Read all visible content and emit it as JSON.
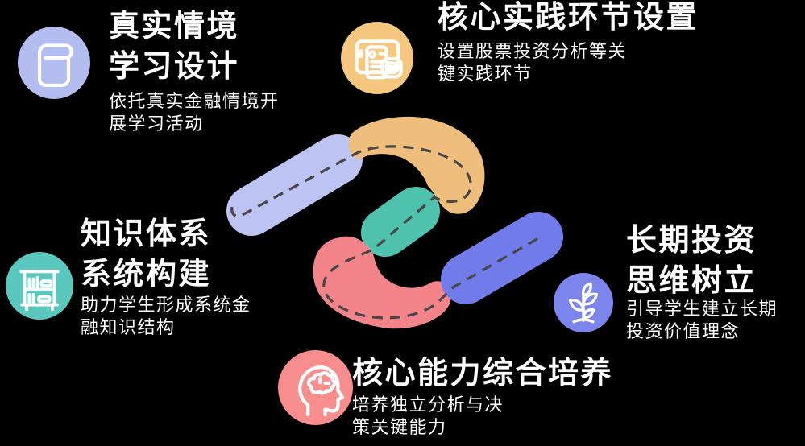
{
  "background": "#000000",
  "blocks": [
    {
      "id": "authentic-context-learning",
      "icon": "book-icon",
      "circle_color": "#b3bdf0",
      "title_lines": [
        "真实情境",
        "学习设计"
      ],
      "desc_lines": [
        "依托真实金融情境开",
        "展学习活动"
      ]
    },
    {
      "id": "core-practice-setup",
      "icon": "tablet-certificate-icon",
      "circle_color": "#f6c87f",
      "title_lines": [
        "核心实践环节设置"
      ],
      "desc_lines": [
        "设置股票投资分析等关",
        "键实践环节"
      ]
    },
    {
      "id": "knowledge-system-building",
      "icon": "bookshelf-icon",
      "circle_color": "#5bc8be",
      "title_lines": [
        "知识体系",
        "系统构建"
      ],
      "desc_lines": [
        "助力学生形成系统金",
        "融知识结构"
      ]
    },
    {
      "id": "longterm-investment-mindset",
      "icon": "plant-icon",
      "circle_color": "#7b85ec",
      "title_lines": [
        "长期投资",
        "思维树立"
      ],
      "desc_lines": [
        "引导学生建立长期",
        "投资价值理念"
      ]
    },
    {
      "id": "core-ability-cultivation",
      "icon": "brain-head-icon",
      "circle_color": "#f78d8d",
      "title_lines": [
        "核心能力综合培养"
      ],
      "desc_lines": [
        "培养独立分析与决",
        "策关键能力"
      ]
    }
  ],
  "graphic": {
    "colors": {
      "lavender_bar": "#bdc3f2",
      "yellow_crescent": "#efbe7d",
      "teal_bar": "#4fc2ae",
      "red_blob": "#f3858a",
      "blue_bar": "#717cea",
      "route_dash": "#474747"
    }
  }
}
